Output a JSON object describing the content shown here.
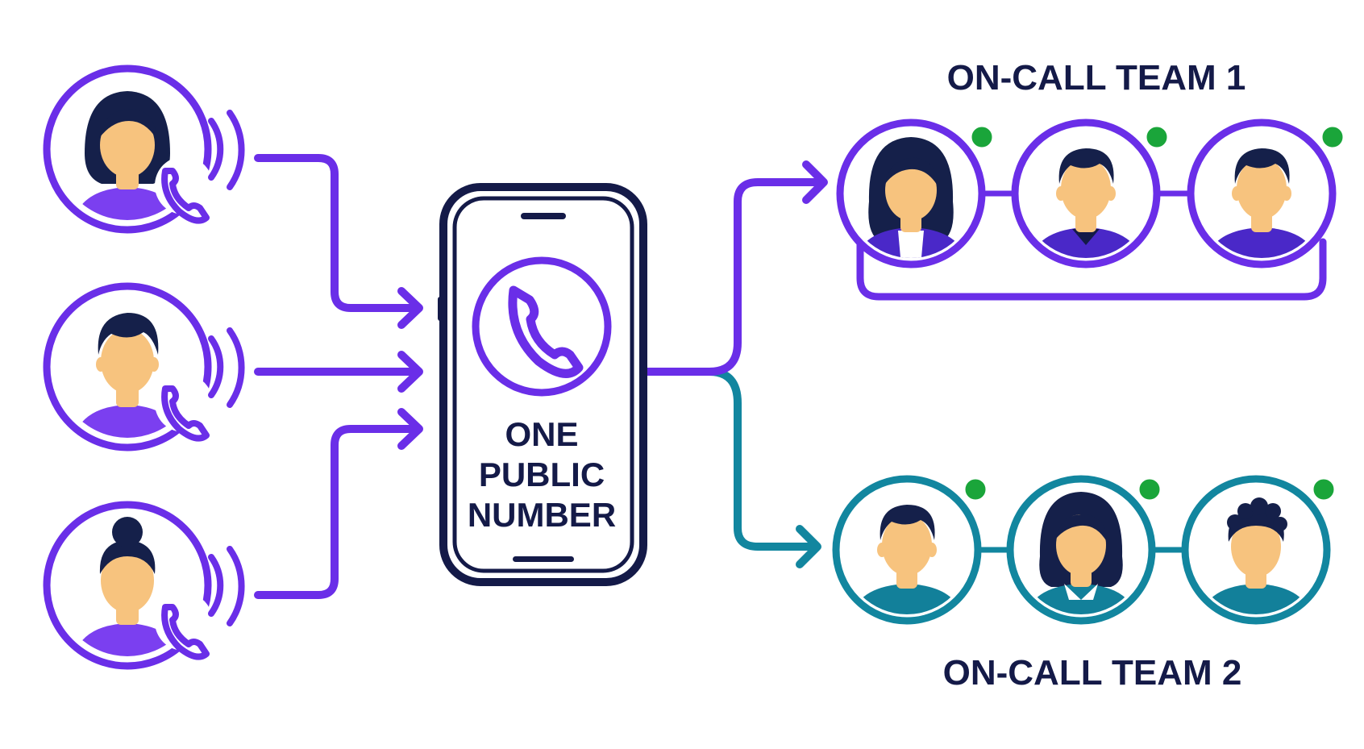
{
  "phone": {
    "lines": [
      "ONE",
      "PUBLIC",
      "NUMBER"
    ],
    "icon": "phone-handset-icon"
  },
  "callers": [
    {
      "name": "caller-woman-long-hair",
      "icon": "incoming-call-icon"
    },
    {
      "name": "caller-man",
      "icon": "incoming-call-icon"
    },
    {
      "name": "caller-woman-bun",
      "icon": "incoming-call-icon"
    }
  ],
  "team1": {
    "title": "ON-CALL TEAM 1",
    "members": [
      "woman-blazer",
      "man-collar-shirt",
      "man-crew-neck"
    ],
    "status": "online"
  },
  "team2": {
    "title": "ON-CALL TEAM 2",
    "members": [
      "man",
      "woman-collar",
      "woman-curly-bun"
    ],
    "status": "online"
  },
  "colors": {
    "purple": "#6a2ee8",
    "navy": "#141a48",
    "teal": "#12869f",
    "green": "#1aa53a",
    "skin": "#f7c37e",
    "hair": "#15204a",
    "shirt_purple": "#7b3ff0",
    "shirt_dark_purple": "#4a28c8",
    "shirt_teal": "#12809a"
  }
}
